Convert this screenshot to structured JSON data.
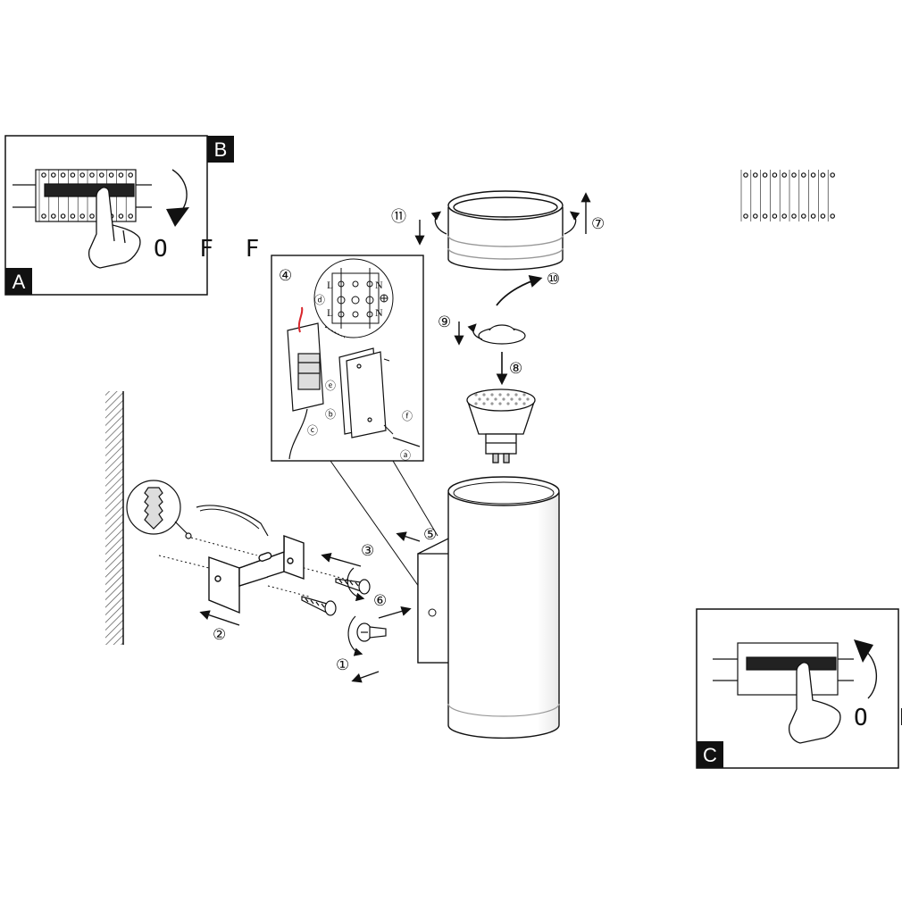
{
  "panels": {
    "off_panel": {
      "top_letter": "B",
      "bottom_letter": "A",
      "state": "O F F"
    },
    "on_panel": {
      "bottom_letter": "C",
      "state": "O N"
    }
  },
  "steps": {
    "s1": "①",
    "s2": "②",
    "s3": "③",
    "s4": "④",
    "s5": "⑤",
    "s6": "⑥",
    "s7": "⑦",
    "s8": "⑧",
    "s9": "⑨",
    "s10": "⑩",
    "s11": "⑪"
  },
  "sub_steps": {
    "a": "ⓐ",
    "b": "ⓑ",
    "c": "ⓒ",
    "d": "ⓓ",
    "e": "ⓔ",
    "f": "ⓕ"
  },
  "terminal_labels": {
    "l1": "L",
    "n1": "N",
    "l2": "L",
    "n2": "N"
  },
  "colors": {
    "line": "#111111",
    "wire_red": "#d8262c",
    "hatch": "#555555"
  },
  "icons": [
    "circuit-breaker-icon",
    "hand-icon",
    "wall-plug-icon",
    "screw-icon",
    "gu10-bulb-icon",
    "lamp-body-icon",
    "glass-cap-icon",
    "ground-icon"
  ]
}
